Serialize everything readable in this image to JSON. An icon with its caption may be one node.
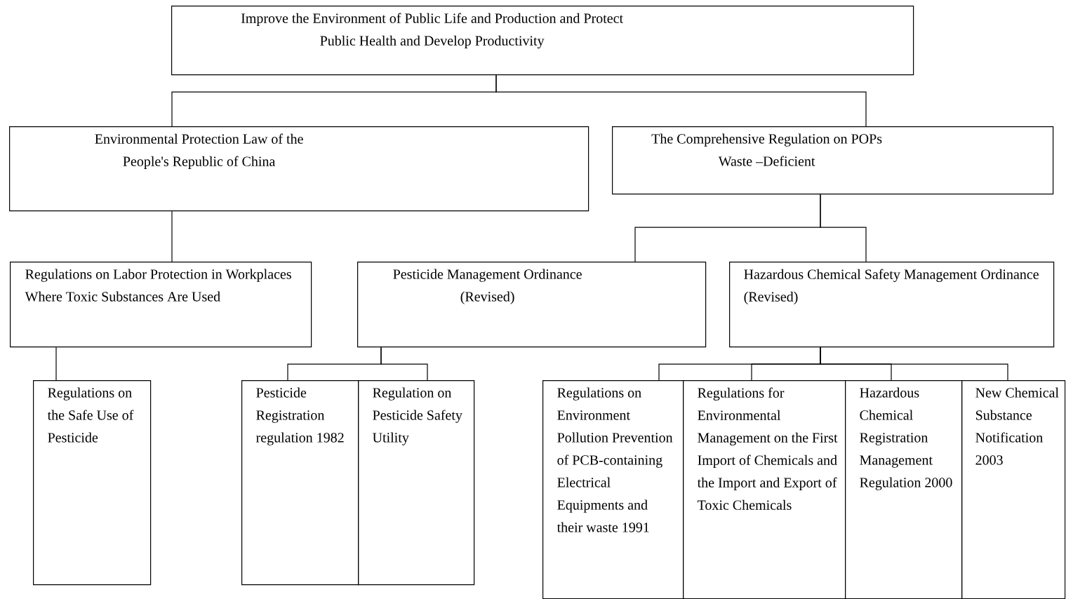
{
  "diagram": {
    "nodes": [
      {
        "text": [
          "Improve the Environment of Public Life and Production and Protect Public Health and Develop Productivity"
        ]
      },
      {
        "text": [
          "Environmental Protection Law of the People's Republic of China"
        ]
      },
      {
        "text": [
          "The Comprehensive Regulation on POPs Waste –Deficient"
        ]
      },
      {
        "text": [
          "Regulations on Labor Protection in Workplaces Where Toxic Substances Are Used"
        ]
      },
      {
        "text": [
          "Pesticide Management Ordinance (Revised)"
        ]
      },
      {
        "text": [
          "Hazardous Chemical Safety Management Ordinance (Revised)"
        ]
      },
      {
        "text": [
          "Regulations on the Safe Use of Pesticide"
        ]
      },
      {
        "text": [
          "Pesticide Registration regulation 1982"
        ]
      },
      {
        "text": [
          "Regulation on Pesticide Safety Utility"
        ]
      },
      {
        "text": [
          "Regulations on Environment Pollution Prevention of PCB-containing Electrical Equipments and their waste 1991"
        ]
      },
      {
        "text": [
          "Regulations for Environmental Management on the First Import of Chemicals and the Import and Export of Toxic Chemicals"
        ]
      },
      {
        "text": [
          "Hazardous Chemical Registration Management Regulation 2000"
        ]
      },
      {
        "text": [
          "New Chemical Substance Notification 2003"
        ]
      }
    ],
    "edges": [
      {
        "from": 0,
        "to": 1,
        "arrow": "none"
      },
      {
        "from": 0,
        "to": 2,
        "arrow": "none"
      },
      {
        "from": 1,
        "to": 3,
        "arrow": "none"
      },
      {
        "from": 2,
        "to": 4,
        "arrow": "none"
      },
      {
        "from": 2,
        "to": 5,
        "arrow": "none"
      },
      {
        "from": 3,
        "to": 6,
        "arrow": "none"
      },
      {
        "from": 4,
        "to": 7,
        "arrow": "none"
      },
      {
        "from": 4,
        "to": 8,
        "arrow": "none"
      },
      {
        "from": 5,
        "to": 9,
        "arrow": "none"
      },
      {
        "from": 5,
        "to": 10,
        "arrow": "none"
      },
      {
        "from": 5,
        "to": 11,
        "arrow": "none"
      },
      {
        "from": 5,
        "to": 12,
        "arrow": "none"
      }
    ]
  }
}
